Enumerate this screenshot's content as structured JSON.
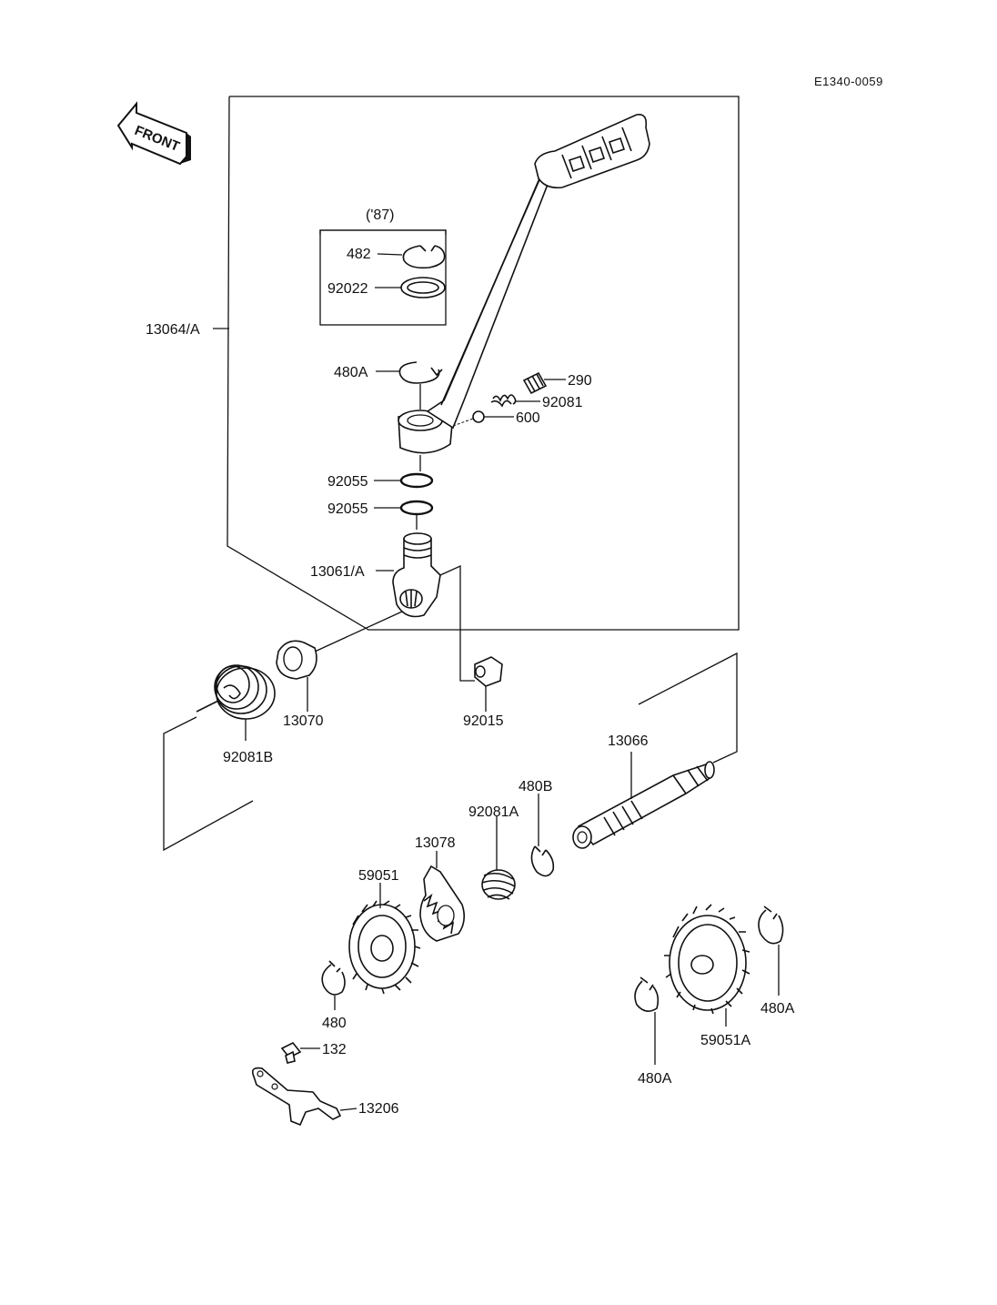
{
  "diagram_code": "E1340-0059",
  "front_label": "FRONT",
  "year_note": "('87)",
  "labels": {
    "p482": "482",
    "p92022": "92022",
    "p13064A": "13064/A",
    "p480A_top": "480A",
    "p290": "290",
    "p92081": "92081",
    "p600": "600",
    "p92055_a": "92055",
    "p92055_b": "92055",
    "p13061A": "13061/A",
    "p13070": "13070",
    "p92015": "92015",
    "p92081B": "92081B",
    "p13066": "13066",
    "p480B": "480B",
    "p92081A": "92081A",
    "p13078": "13078",
    "p59051": "59051",
    "p480": "480",
    "p132": "132",
    "p13206": "13206",
    "p480A_right": "480A",
    "p59051A": "59051A",
    "p480A_bottom": "480A"
  }
}
